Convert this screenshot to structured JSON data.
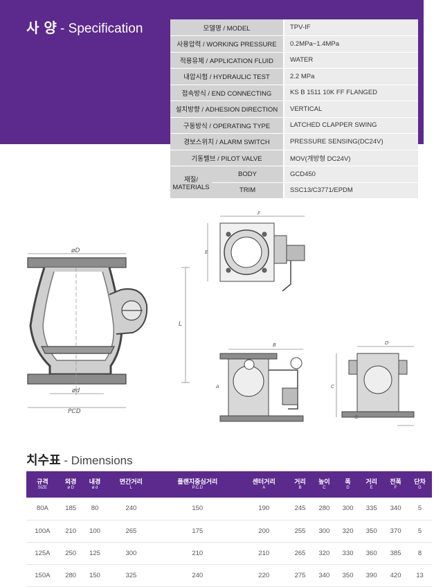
{
  "spec": {
    "title_ko": "사 양",
    "title_sep": " - ",
    "title_en": "Specification",
    "rows": [
      {
        "label": "모델명 / MODEL",
        "value": "TPV-IF"
      },
      {
        "label": "사용압력 / WORKING PRESSURE",
        "value": "0.2MPa~1.4MPa"
      },
      {
        "label": "적용유체 / APPLICATION FLUID",
        "value": "WATER"
      },
      {
        "label": "내압시험 / HYDRAULIC TEST",
        "value": "2.2 MPa"
      },
      {
        "label": "접속방식 / END CONNECTING",
        "value": "KS B 1511 10K FF FLANGED"
      },
      {
        "label": "설치방향 / ADHESION DIRECTION",
        "value": "VERTICAL"
      },
      {
        "label": "구동방식 / OPERATING TYPE",
        "value": "LATCHED CLAPPER SWING"
      },
      {
        "label": "경보스위치 / ALARM SWITCH",
        "value": "PRESSURE SENSING(DC24V)"
      },
      {
        "label": "기동밸브 / PILOT VALVE",
        "value": "MOV(개방형 DC24V)"
      }
    ],
    "materials": {
      "label": "재질/ MATERIALS",
      "body_label": "BODY",
      "body_value": "GCD450",
      "trim_label": "TRIM",
      "trim_value": "SSC13/C3771/EPDM"
    }
  },
  "drawing": {
    "labels": {
      "od": "øD",
      "id": "ød",
      "pcd": "PCD",
      "l": "L",
      "f": "F",
      "e": "E",
      "b": "B",
      "a": "A",
      "c": "C",
      "d": "D",
      "g": "G"
    }
  },
  "dimensions": {
    "title_ko": "치수표",
    "title_sep": " - ",
    "title_en": "Dimensions",
    "headers": [
      {
        "ko": "규격",
        "sub": "SIZE"
      },
      {
        "ko": "외경",
        "sub": "ø D"
      },
      {
        "ko": "내경",
        "sub": "ø d"
      },
      {
        "ko": "면간거리",
        "sub": "L"
      },
      {
        "ko": "플랜지중심거리",
        "sub": "P.C.D"
      },
      {
        "ko": "센터거리",
        "sub": "A"
      },
      {
        "ko": "거리",
        "sub": "B"
      },
      {
        "ko": "높이",
        "sub": "C"
      },
      {
        "ko": "폭",
        "sub": "D"
      },
      {
        "ko": "거리",
        "sub": "E"
      },
      {
        "ko": "전폭",
        "sub": "F"
      },
      {
        "ko": "단차",
        "sub": "G"
      }
    ],
    "rows": [
      [
        "80A",
        "185",
        "80",
        "240",
        "150",
        "190",
        "245",
        "280",
        "300",
        "335",
        "340",
        "5"
      ],
      [
        "100A",
        "210",
        "100",
        "265",
        "175",
        "200",
        "255",
        "300",
        "320",
        "350",
        "370",
        "5"
      ],
      [
        "125A",
        "250",
        "125",
        "300",
        "210",
        "210",
        "265",
        "320",
        "330",
        "360",
        "385",
        "8"
      ],
      [
        "150A",
        "280",
        "150",
        "325",
        "240",
        "220",
        "275",
        "340",
        "350",
        "390",
        "420",
        "13"
      ]
    ]
  }
}
